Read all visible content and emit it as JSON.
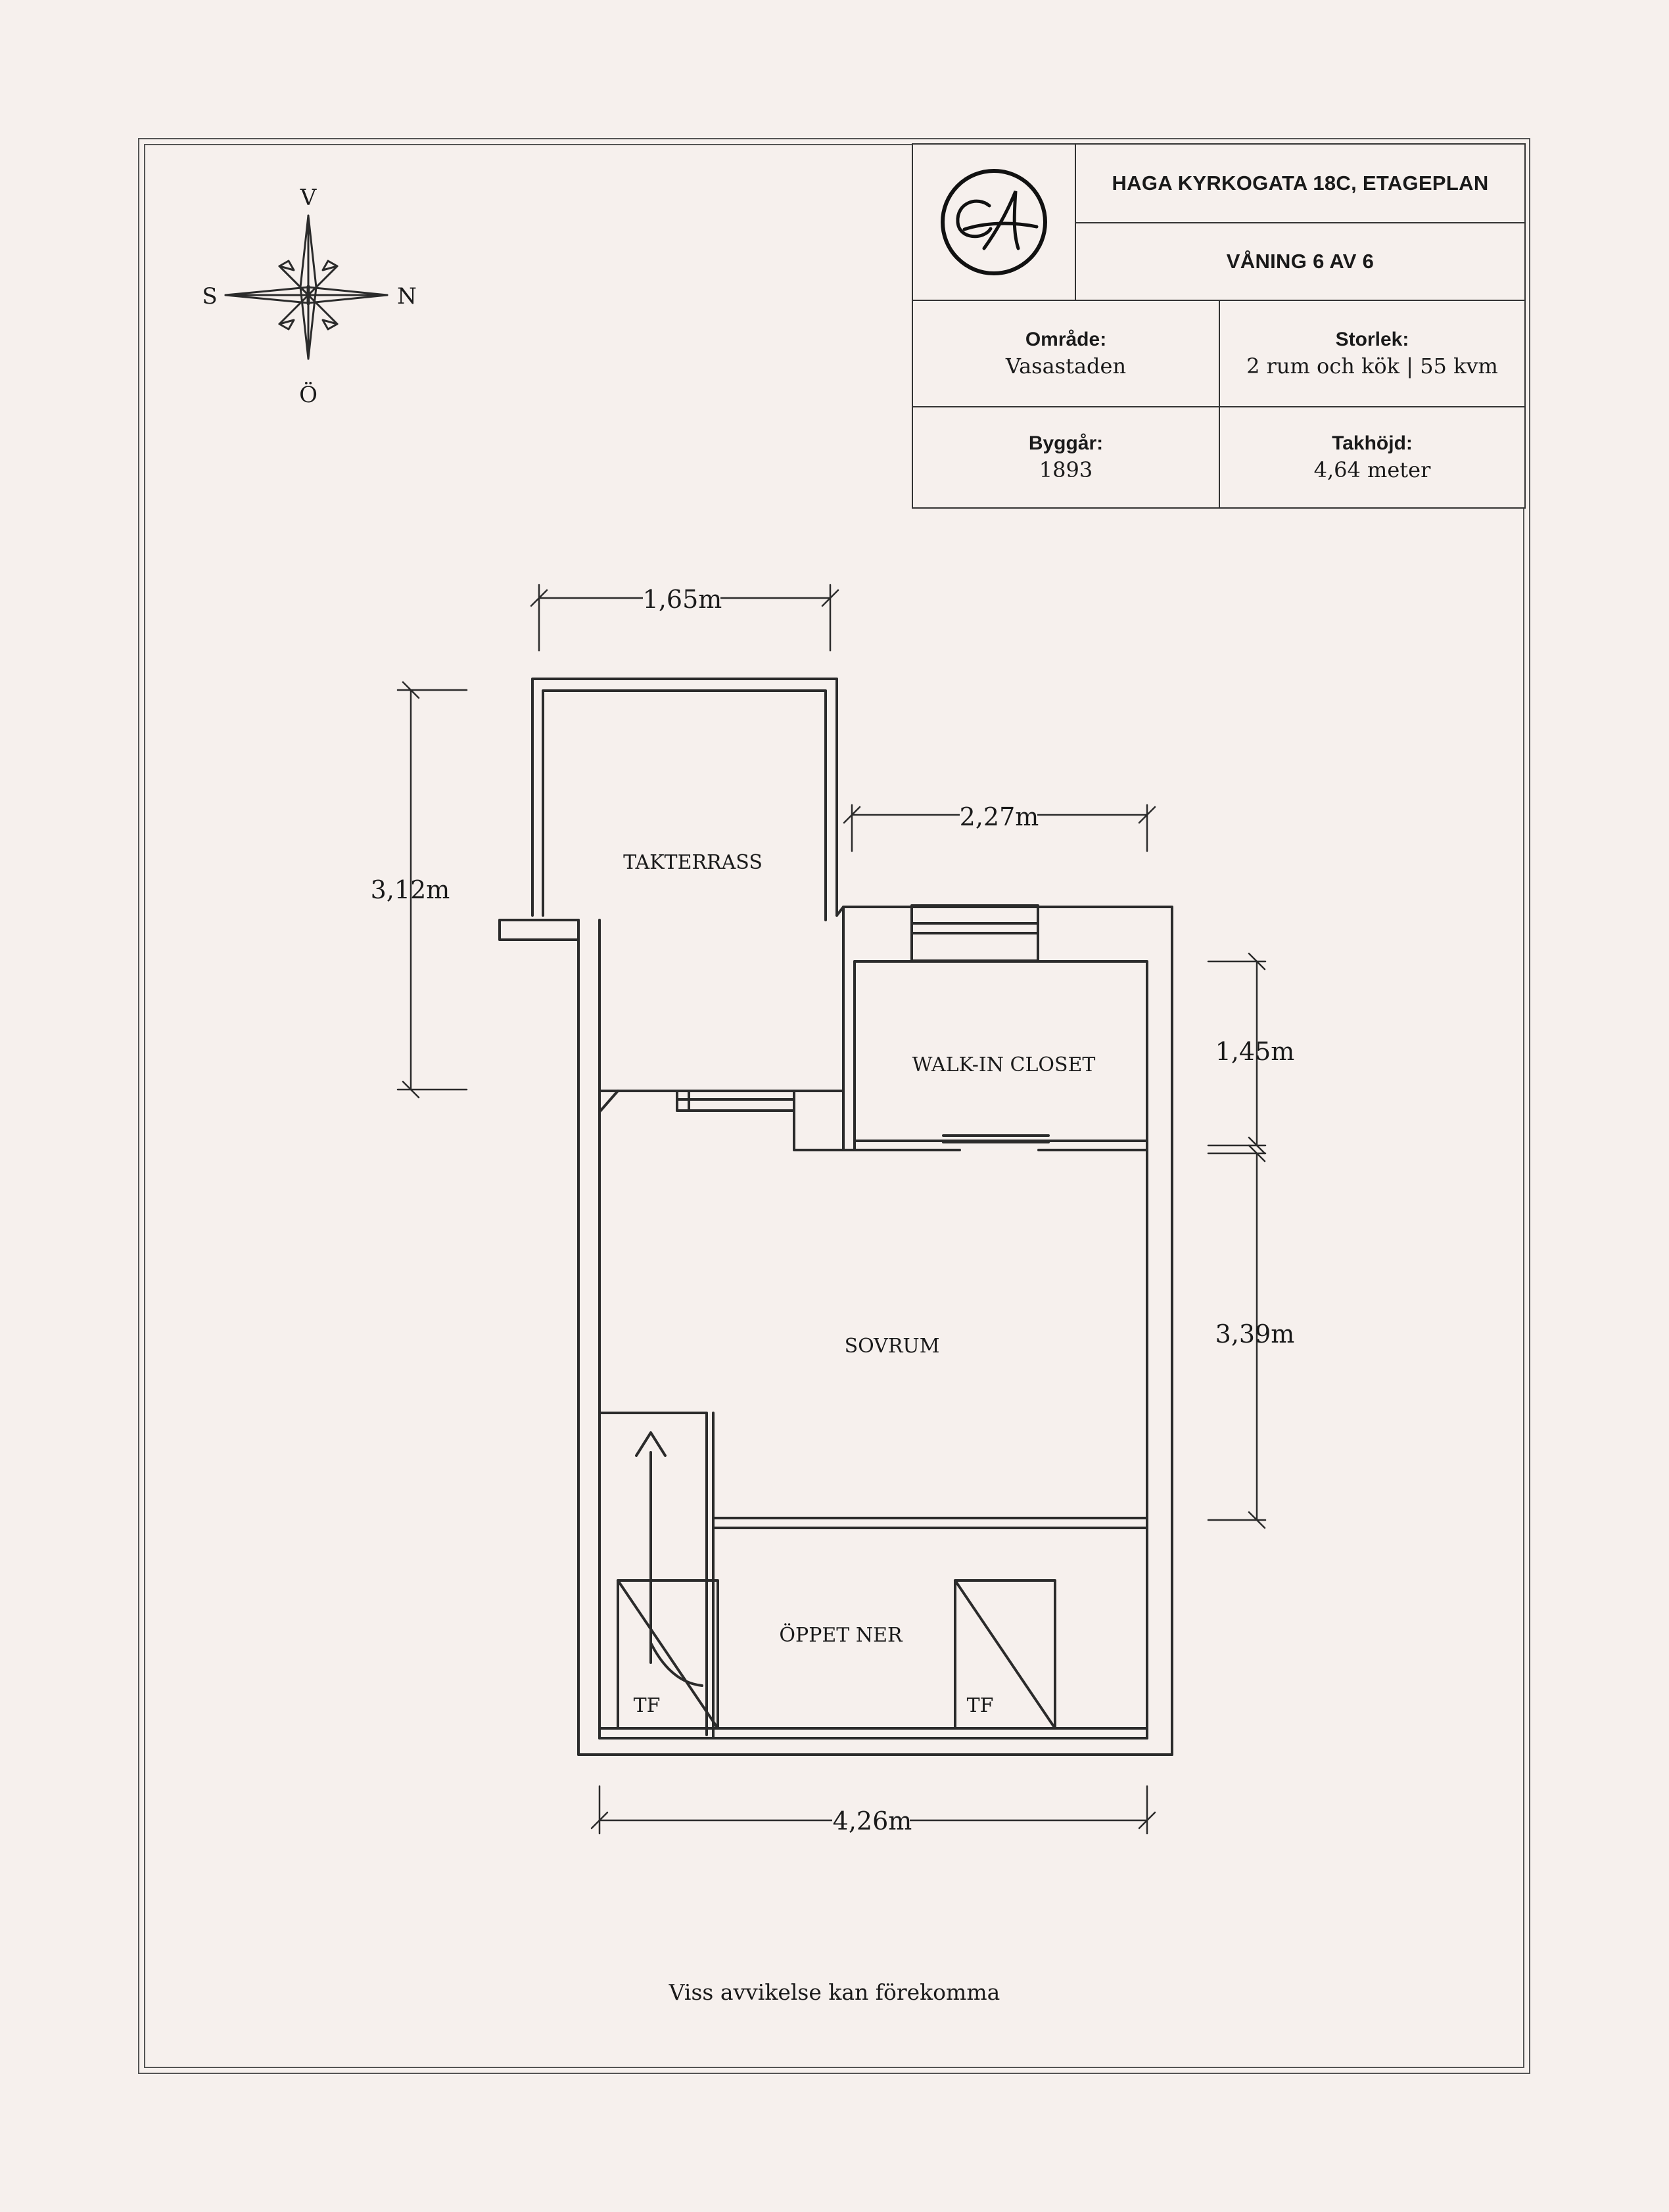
{
  "header": {
    "title": "HAGA KYRKOGATA 18C, ETAGEPLAN",
    "floor": "VÅNING 6 AV 6"
  },
  "info": {
    "area_label": "Område:",
    "area_value": "Vasastaden",
    "size_label": "Storlek:",
    "size_value": "2 rum och kök | 55 kvm",
    "year_label": "Byggår:",
    "year_value": "1893",
    "height_label": "Takhöjd:",
    "height_value": "4,64 meter"
  },
  "compass": {
    "top": "V",
    "left": "S",
    "right": "N",
    "bottom": "Ö"
  },
  "rooms": {
    "terrace": "TAKTERRASS",
    "closet": "WALK-IN CLOSET",
    "bedroom": "SOVRUM",
    "open_below": "ÖPPET NER",
    "tf_left": "TF",
    "tf_right": "TF"
  },
  "dimensions": {
    "terrace_width": "1,65m",
    "closet_width": "2,27m",
    "terrace_height": "3,12m",
    "closet_height": "1,45m",
    "bedroom_height": "3,39m",
    "total_width": "4,26m"
  },
  "disclaimer": "Viss avvikelse kan förekomma"
}
